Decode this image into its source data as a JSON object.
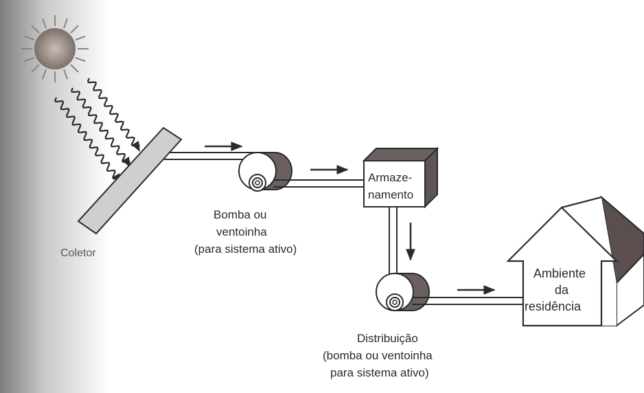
{
  "labels": {
    "collector": "Coletor",
    "pump_line1": "Bomba ou",
    "pump_line2": "ventoinha",
    "pump_line3": "(para sistema ativo)",
    "storage_line1": "Armaze-",
    "storage_line2": "namento",
    "distribution_line1": "Distribuição",
    "distribution_line2": "(bomba ou ventoinha",
    "distribution_line3": "para sistema ativo)",
    "house_line1": "Ambiente",
    "house_line2": "da",
    "house_line3": "residência"
  },
  "icons": {
    "sun": "sun-icon",
    "rays": "solar-radiation-waves",
    "pump": "pump-fan-icon",
    "storage": "storage-box-icon",
    "distribution": "distribution-pump-icon",
    "house": "house-icon"
  },
  "colors": {
    "ink": "#2a2a2a",
    "panel_fill": "#cfcfcf",
    "dark_fill": "#6b6060",
    "roof": "#5a4e4e",
    "sun": "#a59a92"
  }
}
